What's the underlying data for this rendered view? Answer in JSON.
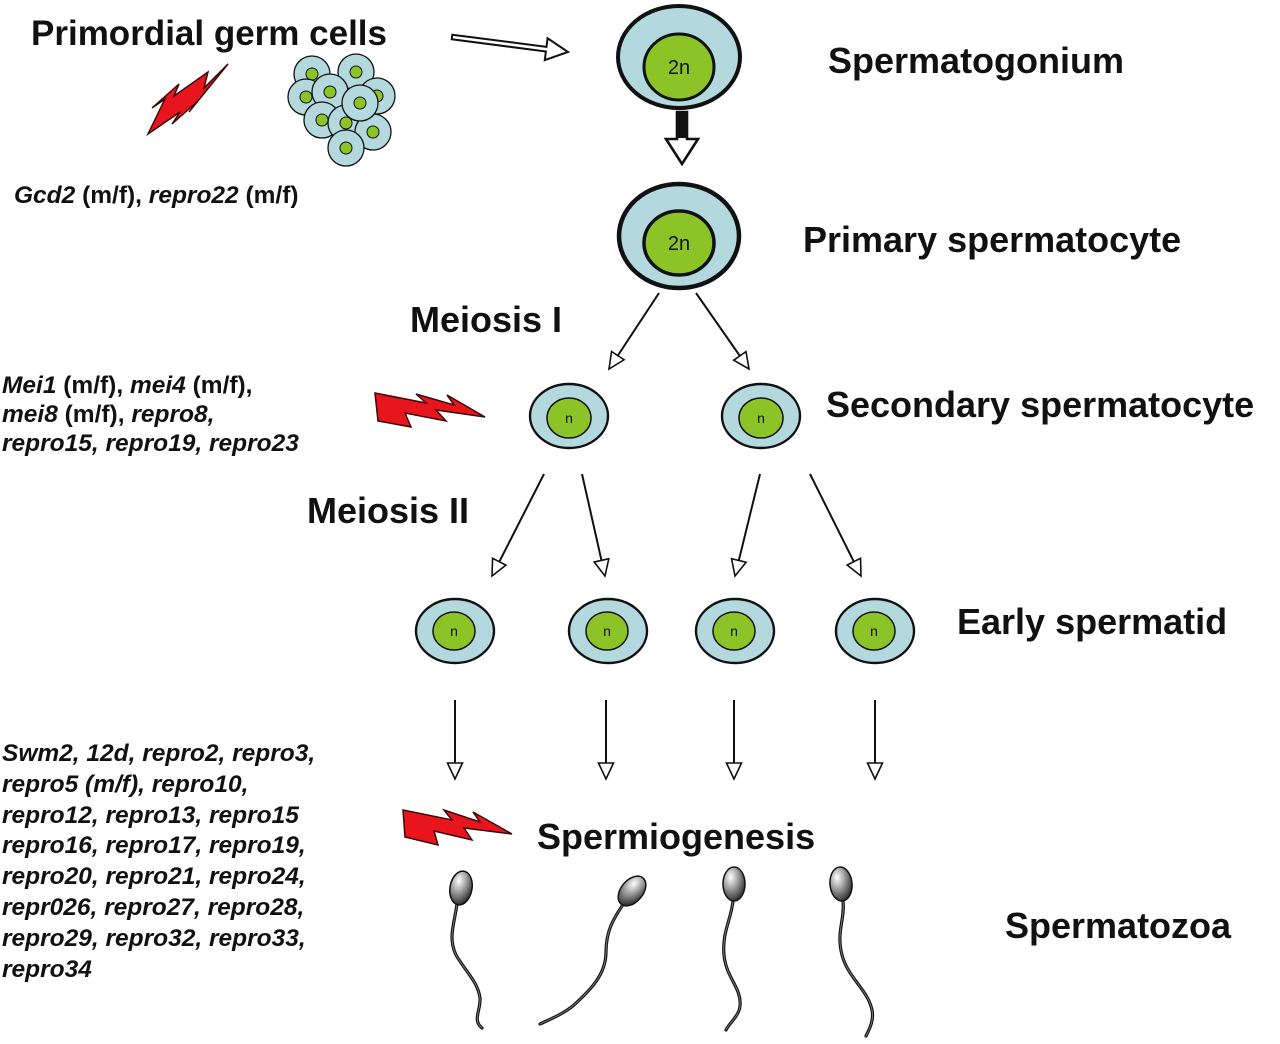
{
  "labels": {
    "primordial": "Primordial germ cells",
    "spermatogonium": "Spermatogonium",
    "primary": "Primary spermatocyte",
    "meiosis1": "Meiosis I",
    "secondary": "Secondary spermatocyte",
    "meiosis2": "Meiosis II",
    "early_spermatid": "Early spermatid",
    "spermiogenesis": "Spermiogenesis",
    "spermatozoa": "Spermatozoa"
  },
  "ploidy": {
    "diploid": "2n",
    "haploid": "n"
  },
  "gene_groups": {
    "pgc": [
      [
        {
          "t": "Gcd2",
          "i": true
        },
        {
          "t": " (m/f), ",
          "i": false
        },
        {
          "t": "repro22",
          "i": true
        },
        {
          "t": " (m/f)",
          "i": false
        }
      ]
    ],
    "meiosis": [
      [
        {
          "t": "Mei1",
          "i": true
        },
        {
          "t": "  (m/f), ",
          "i": false
        },
        {
          "t": "mei4",
          "i": true
        },
        {
          "t": " (m/f),",
          "i": false
        }
      ],
      [
        {
          "t": "mei8",
          "i": true
        },
        {
          "t": " (m/f), ",
          "i": false
        },
        {
          "t": "repro8,",
          "i": true
        }
      ],
      [
        {
          "t": "repro15, repro19, repro23",
          "i": true
        }
      ]
    ],
    "spermiogenesis": [
      [
        {
          "t": "Swm2, 12d, repro2, repro3,",
          "i": true
        }
      ],
      [
        {
          "t": "repro5 (m/f), repro10,",
          "i": true
        }
      ],
      [
        {
          "t": "repro12, repro13, repro15",
          "i": true
        }
      ],
      [
        {
          "t": "repro16, repro17, repro19,",
          "i": true
        }
      ],
      [
        {
          "t": "repro20, repro21, repro24,",
          "i": true
        }
      ],
      [
        {
          "t": "repr026, repro27, repro28,",
          "i": true
        }
      ],
      [
        {
          "t": "repro29, repro32, repro33,",
          "i": true
        }
      ],
      [
        {
          "t": "repro34",
          "i": true
        }
      ]
    ]
  },
  "colors": {
    "cytoplasm": "#b3d8de",
    "nucleus": "#8cc427",
    "outline": "#111111",
    "bolt": "#e8161c",
    "arrow": "#111111"
  }
}
